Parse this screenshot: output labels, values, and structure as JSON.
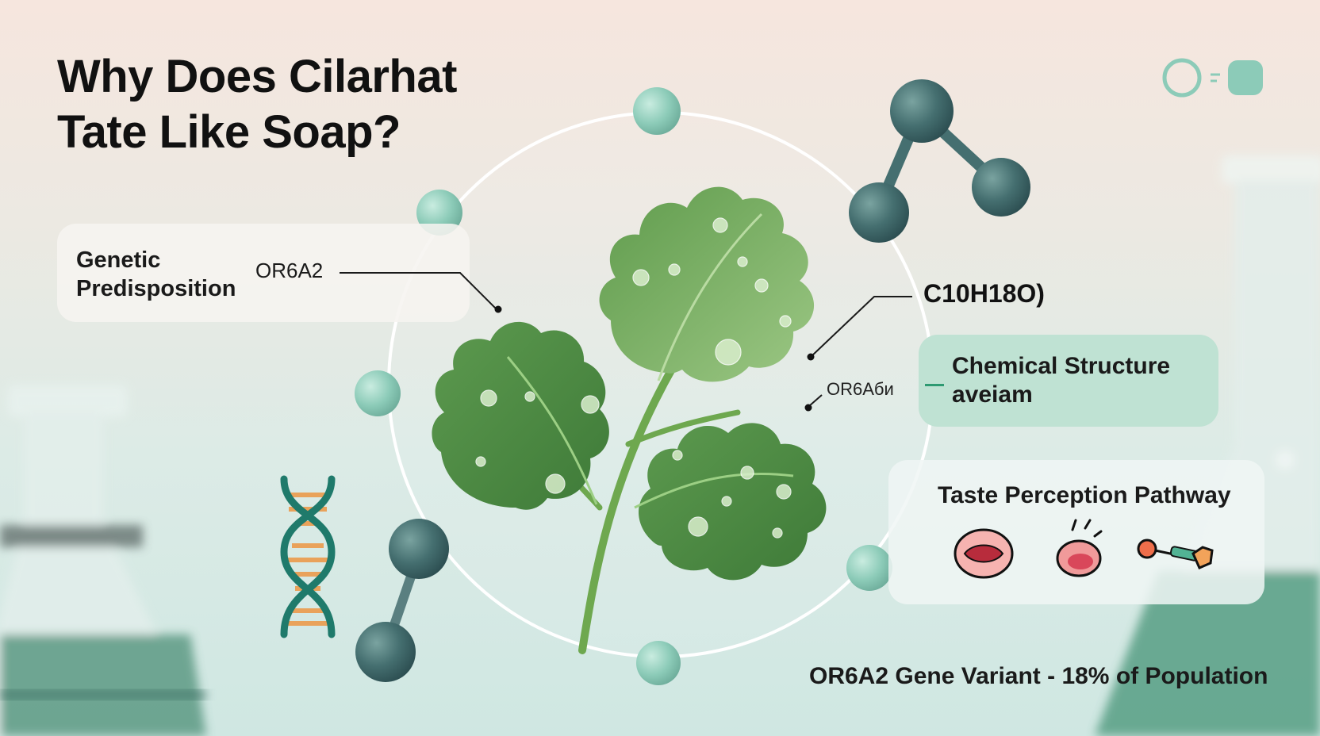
{
  "title": {
    "line1": "Why Does Cilarhat",
    "line2": "Tate Like Soap?"
  },
  "genetic": {
    "label_line1": "Genetic",
    "label_line2": "Predisposition",
    "gene_code": "OR6A2"
  },
  "chemical": {
    "formula": "C10H18O)",
    "label_line1": "Chemical Structure",
    "label_line2": "аveiam",
    "gene_small": "OR6Aби"
  },
  "taste": {
    "title": "Taste Perception Pathway",
    "icons": [
      "mouth-icon",
      "tongue-icon",
      "nerve-signal-icon"
    ]
  },
  "footer_note": "OR6A2 Gene Variant - 18% of Population",
  "colors": {
    "molecule_dark": "#3f6b6b",
    "molecule_light": "#8ccbb8",
    "leaf_dark": "#4f8a45",
    "leaf_light": "#86b86a",
    "chem_card": "#bfe2d3",
    "dna_teal": "#1f7a6b",
    "dna_orange": "#e9a25a",
    "accent_green": "#2e9a72"
  }
}
